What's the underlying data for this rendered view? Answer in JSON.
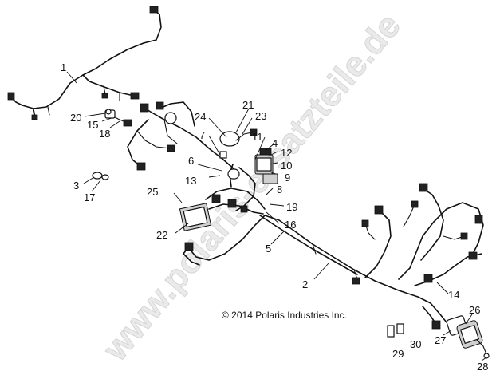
{
  "watermark": "www.polaris-ersatzteile.de",
  "copyright": "© 2014 Polaris Industries Inc.",
  "callouts": [
    "1",
    "2",
    "3",
    "4",
    "5",
    "6",
    "7",
    "8",
    "9",
    "10",
    "11",
    "12",
    "13",
    "14",
    "15",
    "16",
    "17",
    "18",
    "19",
    "20",
    "21",
    "22",
    "23",
    "24",
    "25",
    "26",
    "27",
    "28",
    "29",
    "30"
  ],
  "colors": {
    "line": "#111111",
    "watermark": "#d9d9d9"
  }
}
